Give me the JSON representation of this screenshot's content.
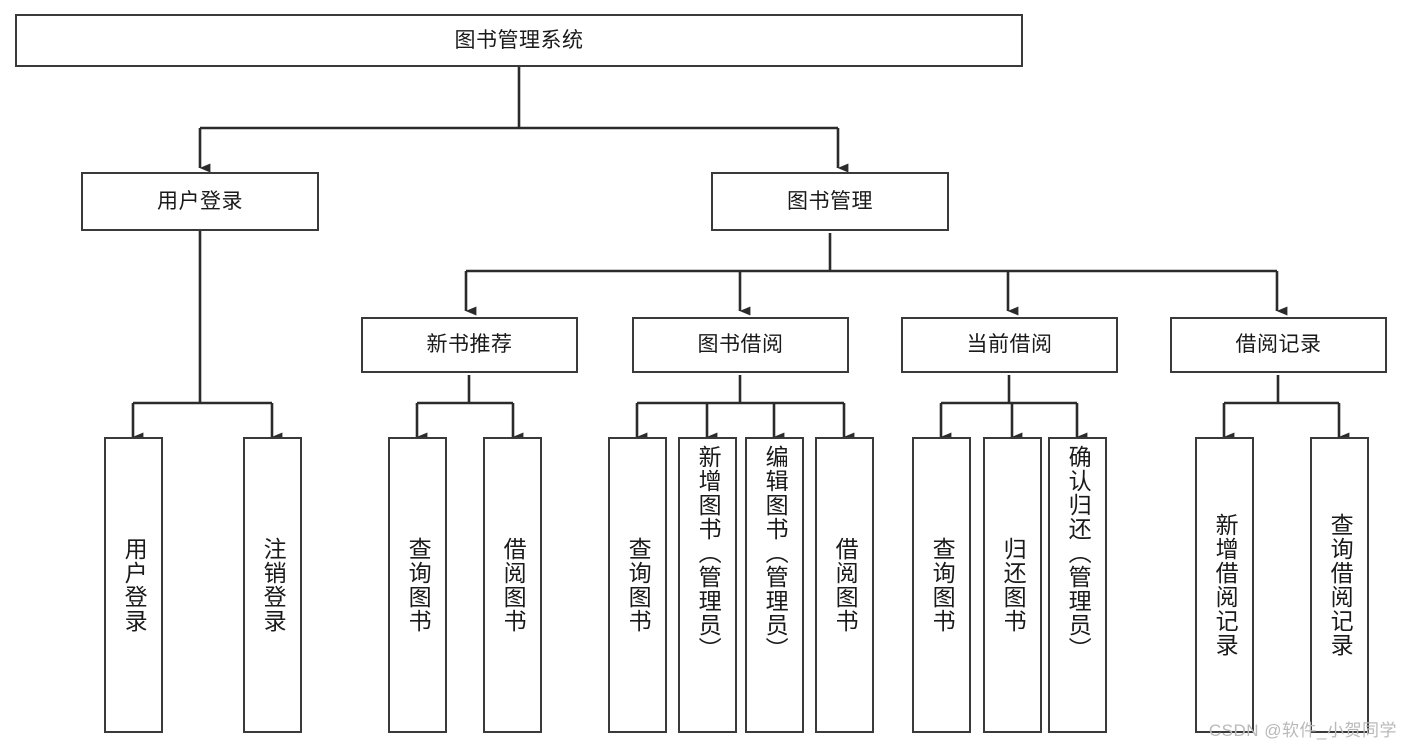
{
  "diagram": {
    "title": "图书管理系统",
    "watermark": "CSDN @软件_小贺同学",
    "colors": {
      "box_border": "#3a3a3a",
      "box_fill": "#ffffff",
      "edge": "#2b2b2b",
      "text": "#1a1a1a",
      "watermark": "#b9b9b9",
      "background": "#ffffff"
    }
  },
  "nodes": {
    "root": {
      "label": "图书管理系统"
    },
    "level1": [
      {
        "id": "user-login",
        "label": "用户登录"
      },
      {
        "id": "book-manage",
        "label": "图书管理"
      }
    ],
    "level2": [
      {
        "id": "new-book-recommend",
        "label": "新书推荐"
      },
      {
        "id": "book-borrow",
        "label": "图书借阅"
      },
      {
        "id": "current-borrow",
        "label": "当前借阅"
      },
      {
        "id": "borrow-record",
        "label": "借阅记录"
      }
    ],
    "leaves": {
      "user-login": [
        {
          "id": "leaf-user-login",
          "label": "用户登录"
        },
        {
          "id": "leaf-logout-login",
          "label": "注销登录"
        }
      ],
      "new-book-recommend": [
        {
          "id": "leaf-query-book-1",
          "label": "查询图书"
        },
        {
          "id": "leaf-borrow-book-1",
          "label": "借阅图书"
        }
      ],
      "book-borrow": [
        {
          "id": "leaf-query-book-2",
          "label": "查询图书"
        },
        {
          "id": "leaf-add-book",
          "label": "新增图书（管理员）"
        },
        {
          "id": "leaf-edit-book",
          "label": "编辑图书（管理员）"
        },
        {
          "id": "leaf-borrow-book-2",
          "label": "借阅图书"
        }
      ],
      "current-borrow": [
        {
          "id": "leaf-query-book-3",
          "label": "查询图书"
        },
        {
          "id": "leaf-return-book",
          "label": "归还图书"
        },
        {
          "id": "leaf-confirm-return",
          "label": "确认归还（管理员）"
        }
      ],
      "borrow-record": [
        {
          "id": "leaf-add-borrow-record",
          "label": "新增借阅记录"
        },
        {
          "id": "leaf-query-borrow-record",
          "label": "查询借阅记录"
        }
      ]
    }
  },
  "edges": [
    {
      "from": "root",
      "to": "user-login"
    },
    {
      "from": "root",
      "to": "book-manage"
    },
    {
      "from": "book-manage",
      "to": "new-book-recommend"
    },
    {
      "from": "book-manage",
      "to": "book-borrow"
    },
    {
      "from": "book-manage",
      "to": "current-borrow"
    },
    {
      "from": "book-manage",
      "to": "borrow-record"
    },
    {
      "from": "user-login",
      "to": "leaf-user-login"
    },
    {
      "from": "user-login",
      "to": "leaf-logout-login"
    },
    {
      "from": "new-book-recommend",
      "to": "leaf-query-book-1"
    },
    {
      "from": "new-book-recommend",
      "to": "leaf-borrow-book-1"
    },
    {
      "from": "book-borrow",
      "to": "leaf-query-book-2"
    },
    {
      "from": "book-borrow",
      "to": "leaf-add-book"
    },
    {
      "from": "book-borrow",
      "to": "leaf-edit-book"
    },
    {
      "from": "book-borrow",
      "to": "leaf-borrow-book-2"
    },
    {
      "from": "current-borrow",
      "to": "leaf-query-book-3"
    },
    {
      "from": "current-borrow",
      "to": "leaf-return-book"
    },
    {
      "from": "current-borrow",
      "to": "leaf-confirm-return"
    },
    {
      "from": "borrow-record",
      "to": "leaf-add-borrow-record"
    },
    {
      "from": "borrow-record",
      "to": "leaf-query-borrow-record"
    }
  ]
}
